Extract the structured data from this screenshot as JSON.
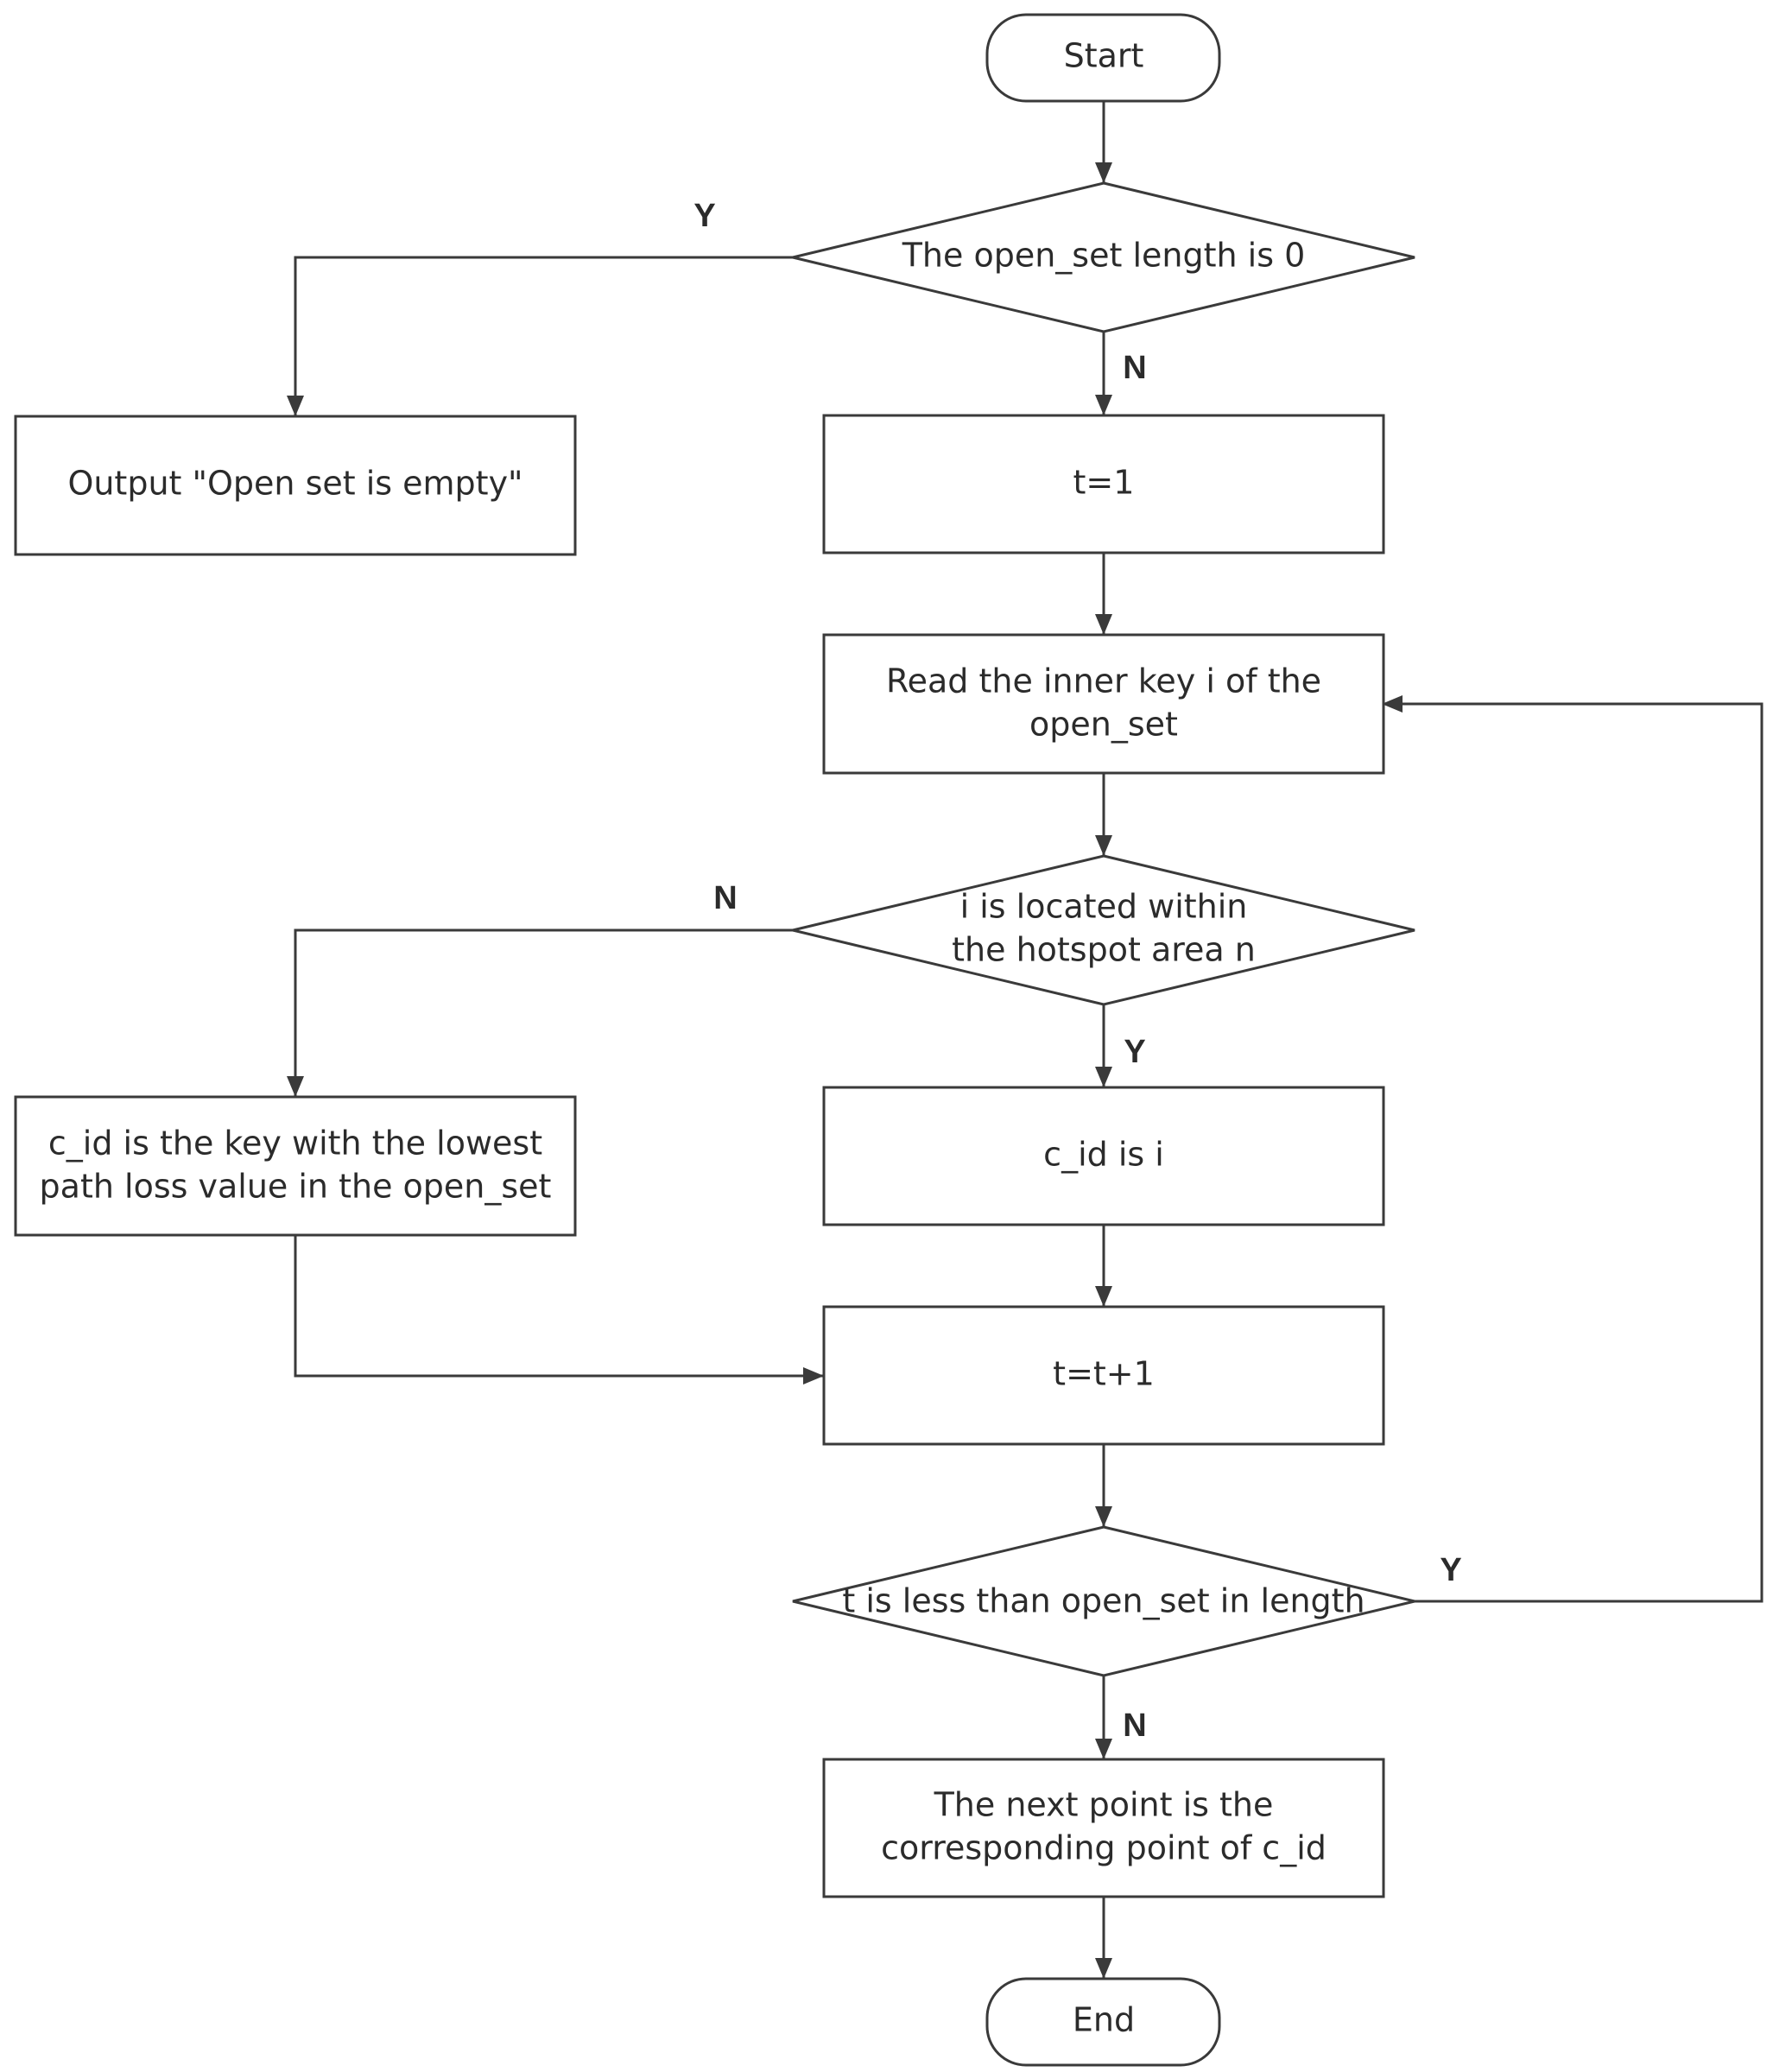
{
  "nodes": {
    "start": "Start",
    "check_empty": "The open_set length is 0",
    "output_empty": "Output \"Open set is empty\"",
    "init_t": "t=1",
    "read_key": [
      "Read the inner key i of the",
      "open_set"
    ],
    "check_hotspot": [
      "i is located within",
      "the hotspot area n"
    ],
    "lowest_loss": [
      "c_id is the key with the lowest",
      "path loss value in the open_set"
    ],
    "assign_cid": "c_id is i",
    "increment_t": "t=t+1",
    "check_length": "t is less than open_set in length",
    "next_point": [
      "The next point is the",
      "corresponding point of c_id"
    ],
    "end": "End"
  },
  "edge_labels": {
    "empty_yes": "Y",
    "empty_no": "N",
    "hotspot_no": "N",
    "hotspot_yes": "Y",
    "length_yes": "Y",
    "length_no": "N"
  },
  "colors": {
    "stroke": "#3a3a3a",
    "text": "#2b2b2b",
    "background": "#ffffff"
  }
}
